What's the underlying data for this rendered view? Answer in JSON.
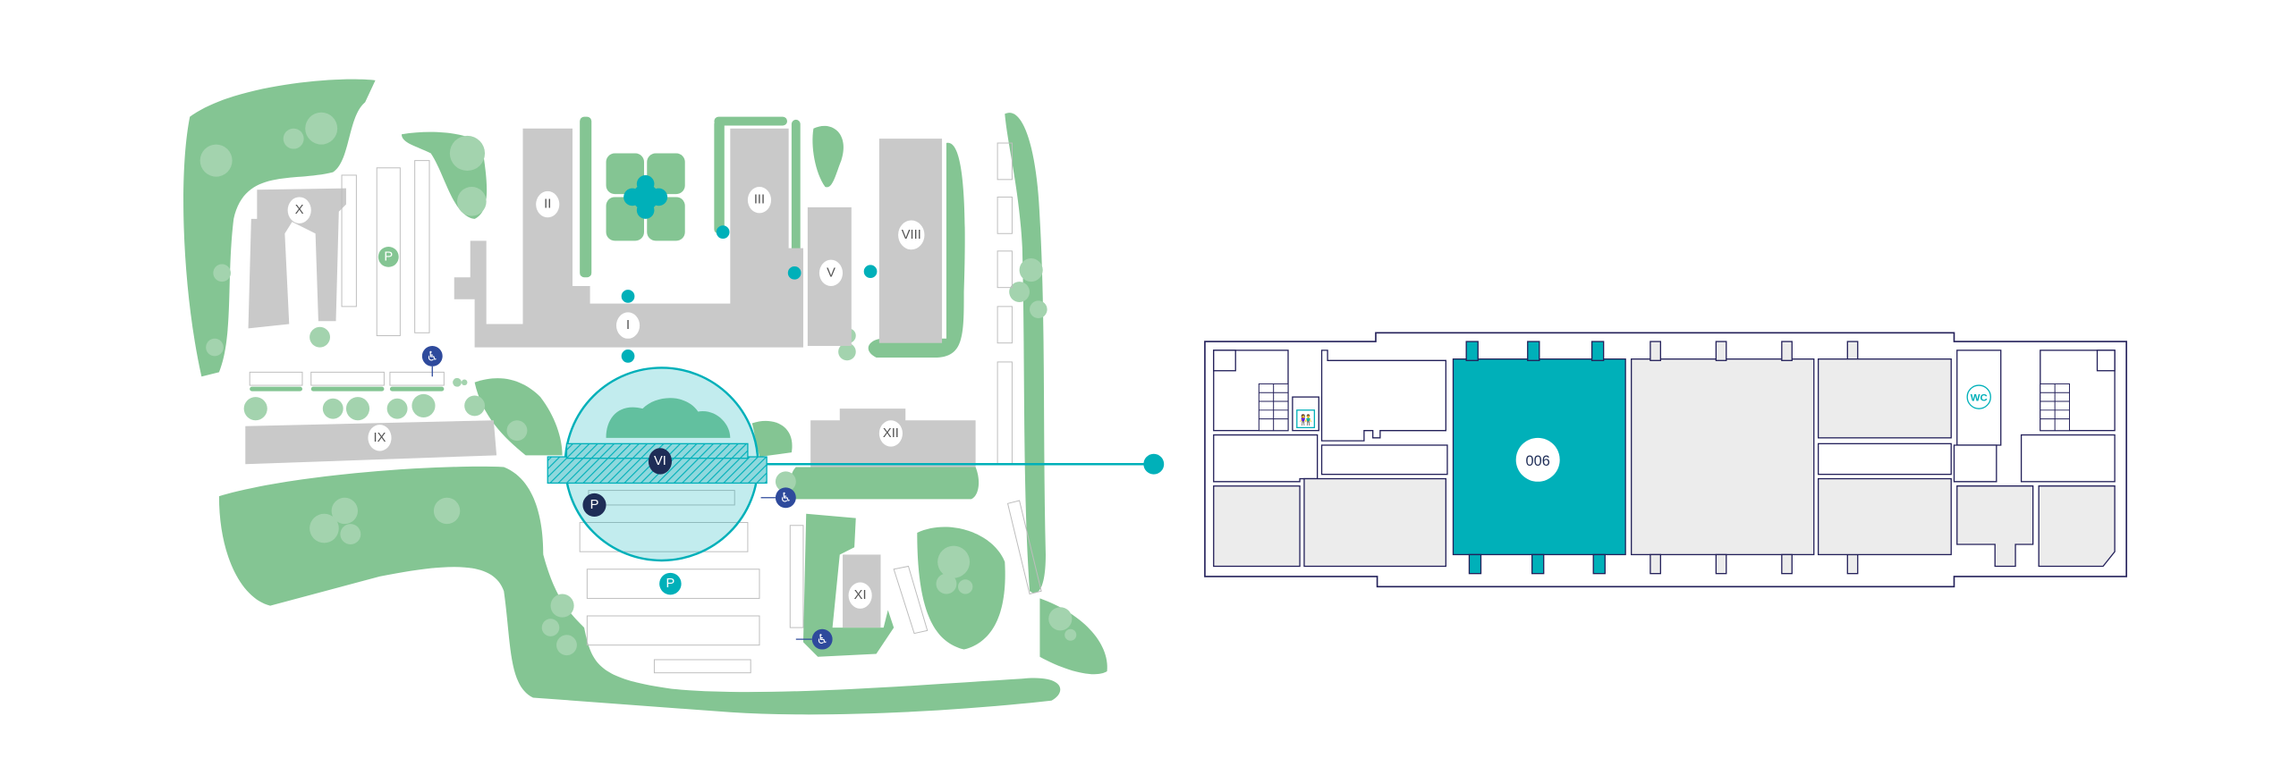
{
  "campus_map": {
    "buildings": [
      {
        "id": "X",
        "label": "X"
      },
      {
        "id": "II",
        "label": "II"
      },
      {
        "id": "III",
        "label": "III"
      },
      {
        "id": "V",
        "label": "V"
      },
      {
        "id": "VIII",
        "label": "VIII"
      },
      {
        "id": "I",
        "label": "I"
      },
      {
        "id": "IX",
        "label": "IX"
      },
      {
        "id": "XII",
        "label": "XII"
      },
      {
        "id": "XI",
        "label": "XI"
      },
      {
        "id": "VI",
        "label": "VI",
        "selected": true
      }
    ],
    "parking_label": "P",
    "icons": [
      "parking-icon",
      "accessible-parking-icon",
      "entrance-arrow-icon",
      "fountain-icon"
    ]
  },
  "floor_plan": {
    "selected_room": "006",
    "wc_label": "WC",
    "icons": [
      "elevator-icon",
      "stairs-icon",
      "restroom-icon"
    ]
  },
  "colors": {
    "accent": "#00b0b9",
    "navy": "#23205a",
    "green": "#84c593",
    "building": "#c9c9c9",
    "accessible": "#2e4a9c"
  }
}
